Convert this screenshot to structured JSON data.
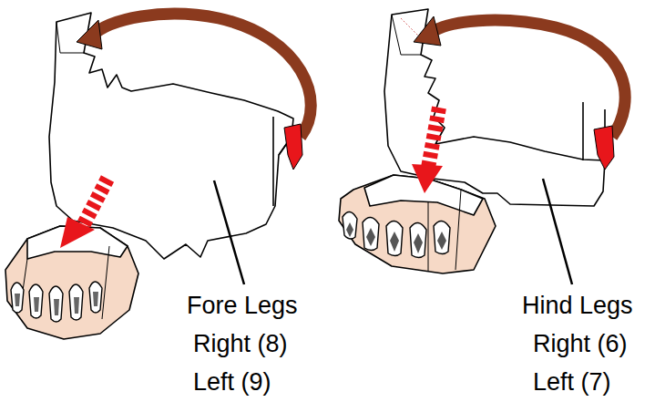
{
  "diagram": {
    "labels": [
      "Fore Legs",
      "Right (8)",
      "Left (9)",
      "Hind Legs",
      "Right (6)",
      "Left (7)"
    ]
  }
}
